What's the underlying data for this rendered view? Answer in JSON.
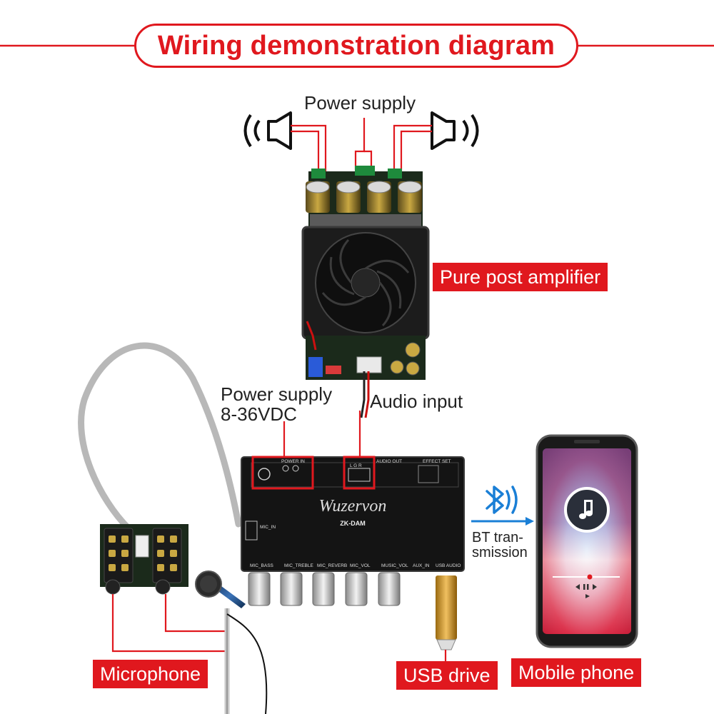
{
  "title": "Wiring demonstration diagram",
  "labels": {
    "power_supply_top": "Power supply",
    "pure_post_amplifier": "Pure post amplifier",
    "power_supply_line1": "Power supply",
    "power_supply_line2": "8-36VDC",
    "audio_input": "Audio input",
    "bt_line1": "BT tran-",
    "bt_line2": "smission",
    "microphone": "Microphone",
    "usb_drive": "USB drive",
    "mobile_phone": "Mobile phone"
  },
  "board": {
    "brand": "Wuzervon",
    "model": "ZK-DAM",
    "knobs": [
      "MIC_BASS",
      "MIC_TREBLE",
      "MIC_REVERB",
      "MIC_VOL",
      "MUSIC_VOL"
    ],
    "ports": [
      "AUX_IN",
      "USB AUDIO"
    ],
    "mic_in": "MIC_IN",
    "power_in": "POWER IN",
    "audio_out": "AUDIO OUT",
    "effect_set": "EFFECT SET",
    "audio_out_pins": "L G R"
  },
  "colors": {
    "accent_red": "#e0181e",
    "wire_red": "#e0181e",
    "board_black": "#141414",
    "bluetooth_blue": "#1a7fd6"
  },
  "icons": [
    "speaker-left-icon",
    "speaker-right-icon",
    "bluetooth-icon",
    "music-note-icon"
  ]
}
